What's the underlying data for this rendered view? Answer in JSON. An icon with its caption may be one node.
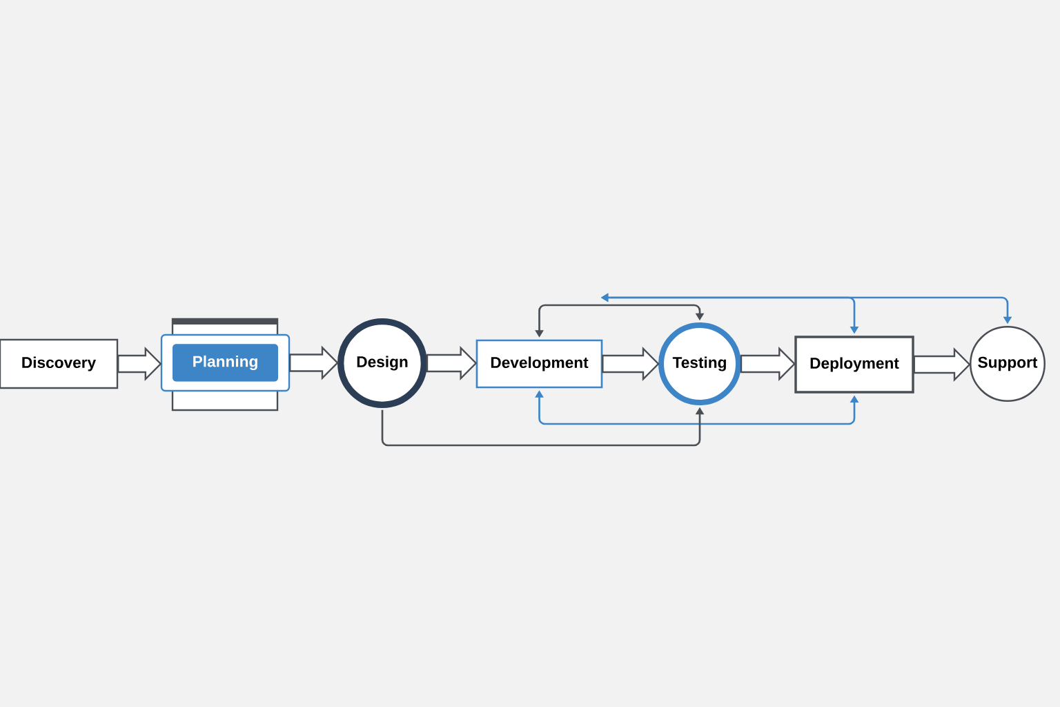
{
  "diagram": {
    "nodes": [
      {
        "text": [
          "Discovery"
        ]
      },
      {
        "text": [
          "Planning"
        ]
      },
      {
        "text": [
          "Design"
        ]
      },
      {
        "text": [
          "Development"
        ]
      },
      {
        "text": [
          "Testing"
        ]
      },
      {
        "text": [
          "Deployment"
        ]
      },
      {
        "text": [
          "Support"
        ]
      }
    ],
    "edges": [
      {
        "from": 0,
        "to": 1,
        "arrow": "to",
        "style": "thick"
      },
      {
        "from": 1,
        "to": 2,
        "arrow": "to",
        "style": "thick"
      },
      {
        "from": 2,
        "to": 3,
        "arrow": "to",
        "style": "thick"
      },
      {
        "from": 3,
        "to": 4,
        "arrow": "to",
        "style": "thick"
      },
      {
        "from": 4,
        "to": 5,
        "arrow": "to",
        "style": "thick"
      },
      {
        "from": 5,
        "to": 6,
        "arrow": "to",
        "style": "thick"
      },
      {
        "from": 3,
        "to": 4,
        "arrow": "both",
        "color": "#4a4f55"
      },
      {
        "from": null,
        "to": 5,
        "arrow": "both",
        "color": "#3d85c6"
      },
      {
        "from": null,
        "to": 6,
        "arrow": "both",
        "color": "#3d85c6"
      },
      {
        "from": 3,
        "to": 5,
        "arrow": "both",
        "color": "#3d85c6"
      },
      {
        "from": 2,
        "to": 4,
        "arrow": "to",
        "color": "#4a4f55"
      }
    ]
  }
}
